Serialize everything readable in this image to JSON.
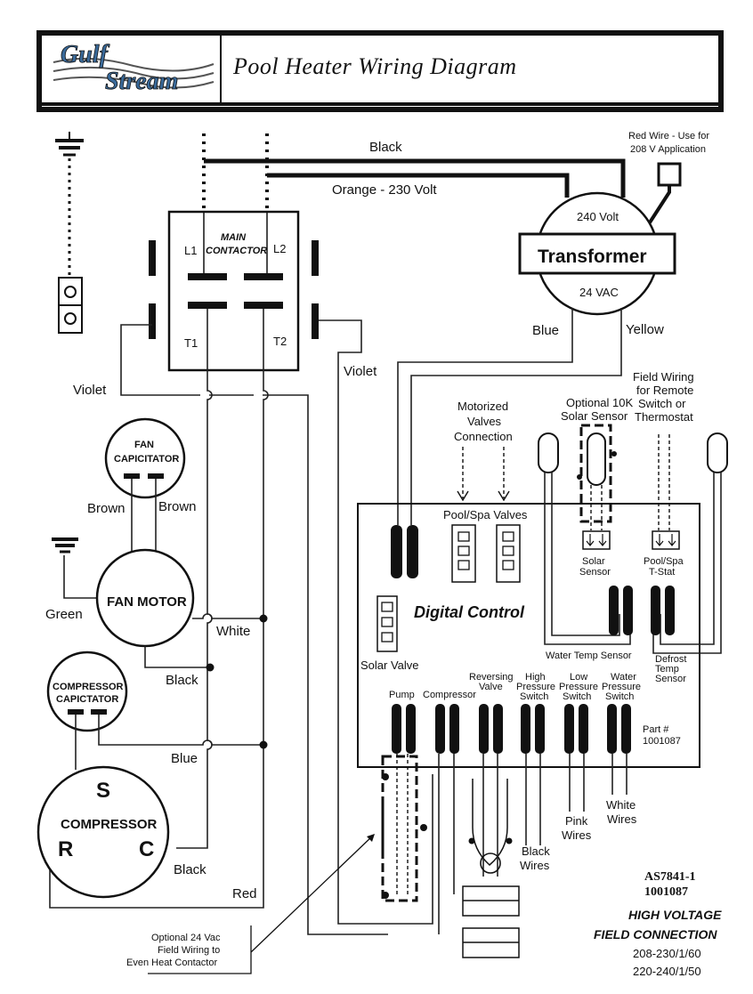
{
  "header": {
    "logo_text_line1": "Gulf",
    "logo_text_line2": "Stream",
    "title": "Pool Heater Wiring Diagram"
  },
  "wires": {
    "black": "Black",
    "orange": "Orange - 230 Volt",
    "red_wire_note_1": "Red Wire - Use for",
    "red_wire_note_2": "208 V Application",
    "blue": "Blue",
    "yellow": "Yellow",
    "violet_left": "Violet",
    "violet_right": "Violet",
    "brown_left": "Brown",
    "brown_right": "Brown",
    "green": "Green",
    "white": "White",
    "black_fan": "Black",
    "blue_comp": "Blue",
    "black_comp": "Black",
    "red": "Red"
  },
  "transformer": {
    "top": "240 Volt",
    "label": "Transformer",
    "bottom": "24 VAC"
  },
  "contactor": {
    "title_1": "MAIN",
    "title_2": "CONTACTOR",
    "l1": "L1",
    "l2": "L2",
    "t1": "T1",
    "t2": "T2"
  },
  "fan_cap": {
    "line1": "FAN",
    "line2": "CAPICITATOR"
  },
  "fan_motor": {
    "label": "FAN MOTOR"
  },
  "comp_cap": {
    "line1": "COMPRESSOR",
    "line2": "CAPICTATOR"
  },
  "compressor": {
    "s": "S",
    "label": "COMPRESSOR",
    "r": "R",
    "c": "C"
  },
  "board": {
    "motorized_1": "Motorized",
    "motorized_2": "Valves",
    "motorized_3": "Connection",
    "solar_sensor_1": "Optional 10K",
    "solar_sensor_2": "Solar Sensor",
    "field_1": "Field Wiring",
    "field_2": "for Remote",
    "field_3": "Switch or",
    "field_4": "Thermostat",
    "pool_spa_valves": "Pool/Spa Valves",
    "solar_1": "Solar",
    "solar_2": "Sensor",
    "tstat_1": "Pool/Spa",
    "tstat_2": "T-Stat",
    "digital_control": "Digital Control",
    "solar_valve": "Solar Valve",
    "water_temp": "Water Temp Sensor",
    "defrost_1": "Defrost",
    "defrost_2": "Temp",
    "defrost_3": "Sensor",
    "pump": "Pump",
    "compressor": "Compressor",
    "reversing_1": "Reversing",
    "reversing_2": "Valve",
    "high_1": "High",
    "high_2": "Pressure",
    "high_3": "Switch",
    "low_1": "Low",
    "low_2": "Pressure",
    "low_3": "Switch",
    "water_1": "Water",
    "water_2": "Pressure",
    "water_3": "Switch",
    "part_1": "Part #",
    "part_2": "1001087"
  },
  "bottom": {
    "black_wires_1": "Black",
    "black_wires_2": "Wires",
    "pink_wires_1": "Pink",
    "pink_wires_2": "Wires",
    "white_wires_1": "White",
    "white_wires_2": "Wires",
    "optional_1": "Optional 24 Vac",
    "optional_2": "Field Wiring to",
    "optional_3": "Even Heat Contactor",
    "code_1": "AS7841-1",
    "code_2": "1001087",
    "hv_1": "HIGH VOLTAGE",
    "hv_2": "FIELD CONNECTION",
    "rating_1": "208-230/1/60",
    "rating_2": "220-240/1/50"
  }
}
